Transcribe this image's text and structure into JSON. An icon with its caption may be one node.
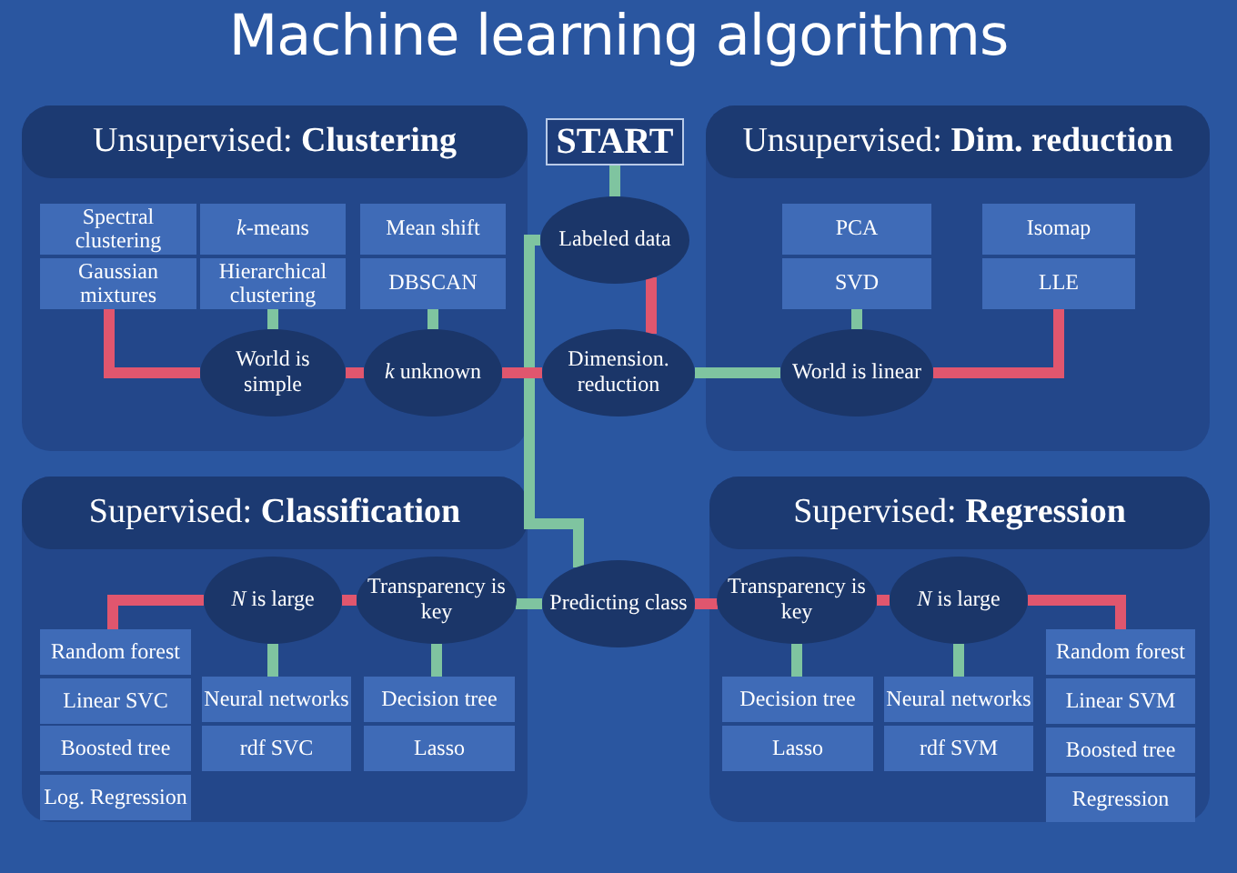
{
  "diagram": {
    "title": "Machine learning algorithms",
    "nodes": [
      {
        "text": [
          "Unsupervised: **Clustering**"
        ]
      },
      {
        "text": [
          "Spectral clustering"
        ],
        "in": 0
      },
      {
        "text": [
          "*k*-means"
        ],
        "in": 0
      },
      {
        "text": [
          "Mean shift"
        ],
        "in": 0
      },
      {
        "text": [
          "Gaussian mixtures"
        ],
        "in": 0
      },
      {
        "text": [
          "Hierarchical clustering"
        ],
        "in": 0
      },
      {
        "text": [
          "DBSCAN"
        ],
        "in": 0
      },
      {
        "text": [
          "World is simple"
        ],
        "in": 0
      },
      {
        "text": [
          "*k* unknown"
        ],
        "in": 0
      },
      {
        "text": [
          "START"
        ]
      },
      {
        "text": [
          "Labeled data"
        ]
      },
      {
        "text": [
          "Dimension. reduction"
        ]
      },
      {
        "text": [
          "Unsupervised: **Dim. reduction**"
        ]
      },
      {
        "text": [
          "PCA"
        ],
        "in": 12
      },
      {
        "text": [
          "Isomap"
        ],
        "in": 12
      },
      {
        "text": [
          "SVD"
        ],
        "in": 12
      },
      {
        "text": [
          "LLE"
        ],
        "in": 12
      },
      {
        "text": [
          "World is linear"
        ],
        "in": 12
      },
      {
        "text": [
          "Supervised: **Classification**"
        ]
      },
      {
        "text": [
          "*N* is large"
        ],
        "in": 18
      },
      {
        "text": [
          "Transparency is key"
        ],
        "in": 18
      },
      {
        "text": [
          "Random forest"
        ],
        "in": 18
      },
      {
        "text": [
          "Linear SVC"
        ],
        "in": 18
      },
      {
        "text": [
          "Neural networks"
        ],
        "in": 18
      },
      {
        "text": [
          "Decision tree"
        ],
        "in": 18
      },
      {
        "text": [
          "Boosted tree"
        ],
        "in": 18
      },
      {
        "text": [
          "rdf SVC"
        ],
        "in": 18
      },
      {
        "text": [
          "Lasso"
        ],
        "in": 18
      },
      {
        "text": [
          "Log. Regression"
        ],
        "in": 18
      },
      {
        "text": [
          "Predicting class"
        ]
      },
      {
        "text": [
          "Supervised: **Regression**"
        ]
      },
      {
        "text": [
          "Transparency is key"
        ],
        "in": 30
      },
      {
        "text": [
          "*N* is large"
        ],
        "in": 30
      },
      {
        "text": [
          "Random forest"
        ],
        "in": 30
      },
      {
        "text": [
          "Decision tree"
        ],
        "in": 30
      },
      {
        "text": [
          "Neural networks"
        ],
        "in": 30
      },
      {
        "text": [
          "Linear SVM"
        ],
        "in": 30
      },
      {
        "text": [
          "Lasso"
        ],
        "in": 30
      },
      {
        "text": [
          "rdf SVM"
        ],
        "in": 30
      },
      {
        "text": [
          "Boosted tree"
        ],
        "in": 30
      },
      {
        "text": [
          "Regression"
        ],
        "in": 30
      }
    ],
    "edges": [
      {
        "from": 9,
        "to": 10,
        "arrow": "none",
        "color": "#7fc4a0"
      },
      {
        "from": 10,
        "to": 29,
        "arrow": "none",
        "color": "#7fc4a0"
      },
      {
        "from": 10,
        "to": 11,
        "arrow": "none",
        "color": "#e0566e"
      },
      {
        "from": 11,
        "to": 17,
        "arrow": "none",
        "color": "#7fc4a0"
      },
      {
        "from": 11,
        "to": 8,
        "arrow": "none",
        "color": "#e0566e"
      },
      {
        "from": 17,
        "to": 15,
        "arrow": "none",
        "color": "#7fc4a0"
      },
      {
        "from": 17,
        "to": 16,
        "arrow": "none",
        "color": "#e0566e"
      },
      {
        "from": 8,
        "to": 6,
        "arrow": "none",
        "color": "#7fc4a0"
      },
      {
        "from": 8,
        "to": 7,
        "arrow": "none",
        "color": "#e0566e"
      },
      {
        "from": 7,
        "to": 5,
        "arrow": "none",
        "color": "#7fc4a0"
      },
      {
        "from": 7,
        "to": 4,
        "arrow": "none",
        "color": "#e0566e"
      },
      {
        "from": 29,
        "to": 20,
        "arrow": "none",
        "color": "#7fc4a0"
      },
      {
        "from": 29,
        "to": 31,
        "arrow": "none",
        "color": "#e0566e"
      },
      {
        "from": 20,
        "to": 24,
        "arrow": "none",
        "color": "#7fc4a0"
      },
      {
        "from": 20,
        "to": 19,
        "arrow": "none",
        "color": "#e0566e"
      },
      {
        "from": 19,
        "to": 23,
        "arrow": "none",
        "color": "#7fc4a0"
      },
      {
        "from": 19,
        "to": 21,
        "arrow": "none",
        "color": "#e0566e"
      },
      {
        "from": 31,
        "to": 34,
        "arrow": "none",
        "color": "#7fc4a0"
      },
      {
        "from": 31,
        "to": 32,
        "arrow": "none",
        "color": "#e0566e"
      },
      {
        "from": 32,
        "to": 35,
        "arrow": "none",
        "color": "#7fc4a0"
      },
      {
        "from": 32,
        "to": 33,
        "arrow": "none",
        "color": "#e0566e"
      }
    ]
  }
}
